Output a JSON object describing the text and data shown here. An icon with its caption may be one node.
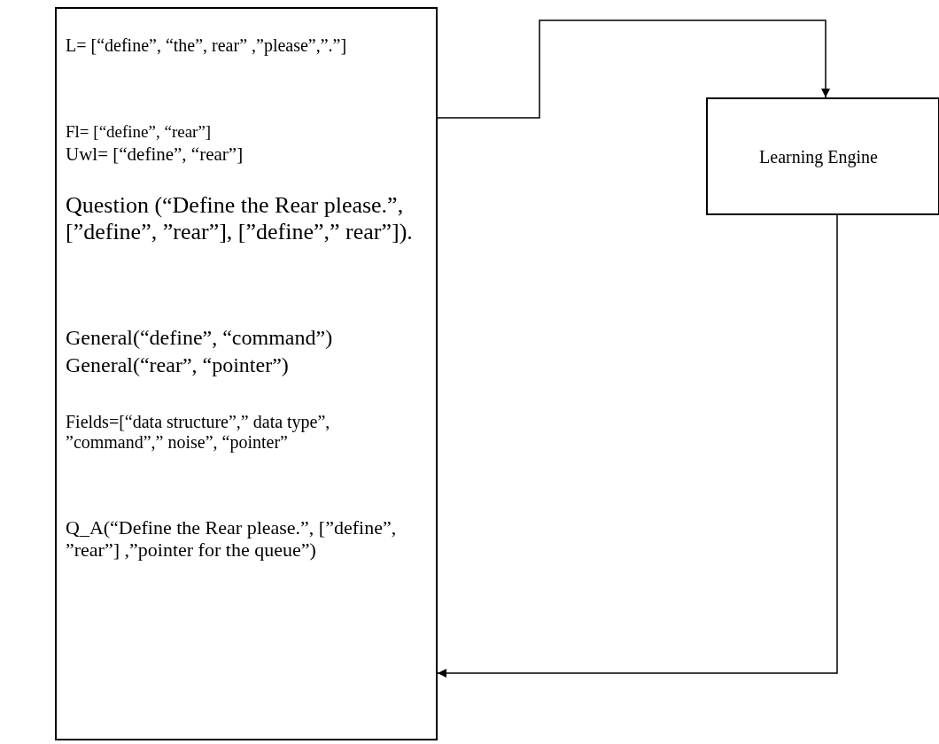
{
  "diagram": {
    "nodes": [
      {
        "text": [
          "L= [“define”, “the”, rear” ,”please”,”.”]",
          "Fl= [“define”, “rear”]",
          "Uwl= [“define”, “rear”]",
          "Question (“Define the Rear please.”, [”define”, ”rear”], [”define”,” rear”]).",
          "General(“define”, “command”)",
          "General(“rear”, “pointer”)",
          "Fields=[“data structure”,” data type”, ”command”,” noise”, “pointer”",
          "Q_A(“Define the Rear please.”, [”define”, ”rear”] ,”pointer for the queue”)"
        ]
      },
      {
        "text": [
          "Learning Engine"
        ]
      }
    ],
    "edges": [
      {
        "from": 0,
        "to": 1,
        "arrow": "to"
      },
      {
        "from": 1,
        "to": 0,
        "arrow": "to"
      }
    ]
  }
}
